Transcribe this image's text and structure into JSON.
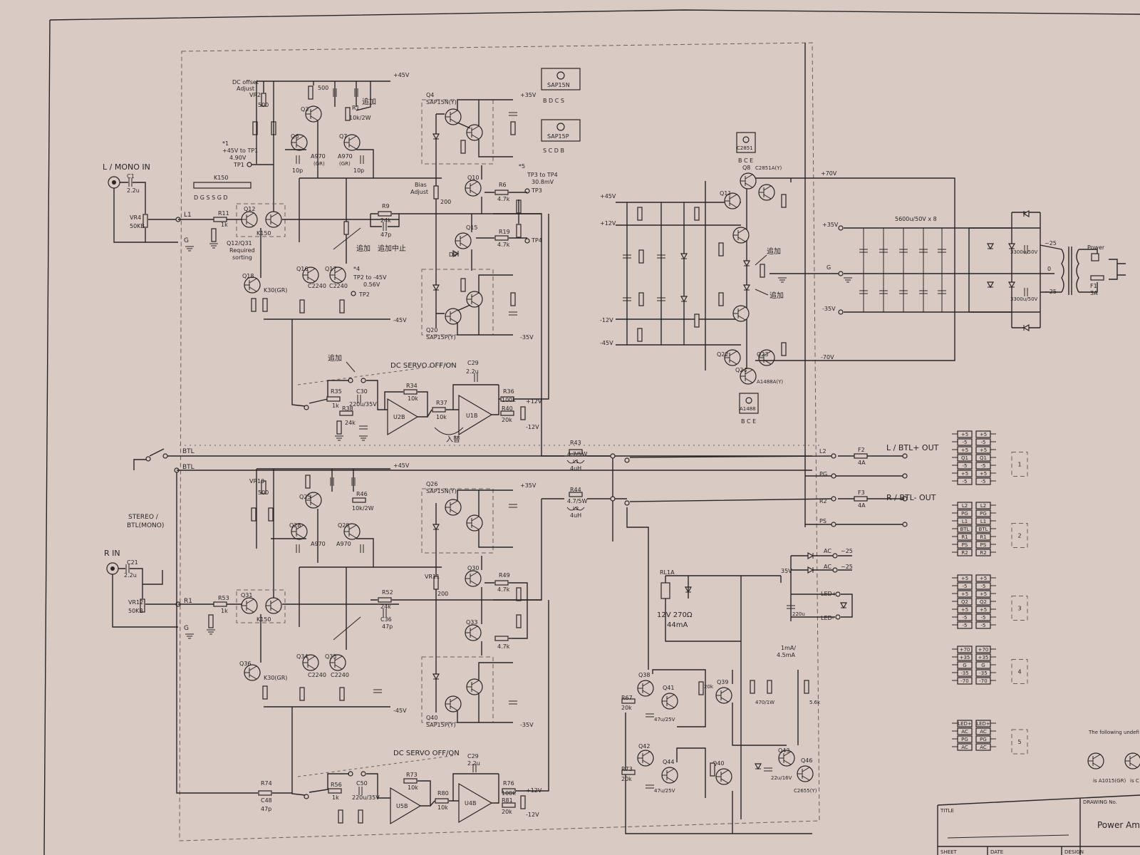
{
  "inputs": {
    "l_mono_in": "L / MONO IN",
    "r_in": "R IN",
    "stereo_btl": [
      "STEREO /",
      "BTL(MONO)"
    ],
    "cap_in_l": "C1",
    "cap_in_l_val": "2.2u",
    "cap_in_r": "C21",
    "cap_in_r_val": "2.2u",
    "vol_l": "VR4",
    "vol_l_val": "50KB",
    "vol_r": "VR12",
    "vol_r_val": "50KB",
    "net_l1": "L1",
    "net_r1": "R1",
    "btl1": "BTL",
    "btl2": "BTL",
    "g": "G"
  },
  "top_channel": {
    "dc_offset": [
      "DC offset",
      "Adjust"
    ],
    "vr2": "VR2",
    "vr2_val": "500",
    "note1": [
      "*1",
      "+45V to TP1",
      "4.90V"
    ],
    "tp1": "TP1",
    "k150_pins": "D G S   S G D",
    "k150_label": "K150",
    "q12": "Q12",
    "k150": "K150",
    "sorting": [
      "Q12/Q31",
      "Required",
      "sorting"
    ],
    "q18": "Q18",
    "k30": "K30(GR)",
    "r11": "R11",
    "r11_val": "1k",
    "q3": "Q3",
    "q6": "Q6",
    "q7": "Q7",
    "a970_1": "A970",
    "a970_2": "A970",
    "gr1": "(GR)",
    "gr2": "(GR)",
    "c10p_1": "10p",
    "c10p_2": "10p",
    "r500": "500",
    "r10k2w": "10k/2W",
    "r1": "R1",
    "add1": "追加",
    "q16": "Q16",
    "q17": "Q17",
    "c2240_1": "C2240",
    "c2240_2": "C2240",
    "tp2_note": [
      "*4",
      "TP2 to -45V",
      "0.56V"
    ],
    "tp2": "TP2",
    "add2": "追加",
    "add_stop": "追加中止",
    "r9": "R9",
    "r9_val": "24k",
    "c47p": "47p",
    "bias": [
      "Bias",
      "Adjust"
    ],
    "bias_val": "200",
    "q10": "Q10",
    "q15": "Q15",
    "d9": "D9",
    "r6": "R6",
    "r6_val": "4.7k",
    "r19": "R19",
    "r19_val": "4.7k",
    "tp3": "TP3",
    "tp4": "TP4",
    "tp3_note": [
      "*5",
      "TP3 to TP4",
      "30.8mV"
    ],
    "q4": [
      "Q4",
      "SAP15N(Y)"
    ],
    "q20": [
      "Q20",
      "SAP15P(Y)"
    ],
    "v45p": "+45V",
    "v45n": "-45V",
    "v35p": "+35V",
    "v35n": "-35V",
    "servo": "DC SERVO OFF/ON",
    "add3": "追加",
    "swap": "入替",
    "r35": "R35",
    "r35_val": "1k",
    "c30": "C30",
    "c30_val": "220u/35V",
    "r34": "R34",
    "r34_val": "10k",
    "r37": "R37",
    "r37_val": "10k",
    "u2b": "U2B",
    "u1b": "U1B",
    "c29": "C29",
    "c29_val": "2.2u",
    "r36": "R36",
    "r36_val": "100k",
    "r40": "R40",
    "r40_val": "20k",
    "v12p": "+12V",
    "v12n": "-12V",
    "r38": "R38",
    "r38_val": "24k"
  },
  "bottom_channel": {
    "vr10": "VR10",
    "vr10_val": "500",
    "q25": "Q25",
    "q28": "Q28",
    "q29": "Q29",
    "a970_1": "A970",
    "a970_2": "A970",
    "r46": "R46",
    "r46_val": "10k/2W",
    "q31": "Q31",
    "k150": "K150",
    "q36": "Q36",
    "k30": "K30(GR)",
    "r53": "R53",
    "r53_val": "1k",
    "q34": "Q34",
    "q35": "Q35",
    "c2240_1": "C2240",
    "c2240_2": "C2240",
    "r52": "R52",
    "r52_val": "24k",
    "c36": "C36",
    "c36_val": "47p",
    "q30": "Q30",
    "q33": "Q33",
    "vr11": "VR11",
    "vr11_val": "200",
    "r49": "R49",
    "r49_val": "4.7k",
    "r4k7": "4.7k",
    "q26": [
      "Q26",
      "SAP15N(Y)"
    ],
    "q40": [
      "Q40",
      "SAP15P(Y)"
    ],
    "v45p": "+45V",
    "v45n": "-45V",
    "v35p": "+35V",
    "v35n": "-35V",
    "servo": "DC SERVO OFF/ON",
    "r74": "R74",
    "c48": "C48",
    "c47p": "47p",
    "r56": "R56",
    "r56_val": "1k",
    "c50": "C50",
    "c50_val": "220u/35V",
    "r73": "R73",
    "r73_val": "10k",
    "r80": "R80",
    "r80_val": "10k",
    "u5b": "U5B",
    "u4b": "U4B",
    "c29": "C29",
    "c29_val": "2.2u",
    "r76": "R76",
    "r76_val": "100k",
    "r81": "R81",
    "r81_val": "20k",
    "v12p": "+12V",
    "v12n": "-12V"
  },
  "outputs": {
    "r43": "R43",
    "r43_val": "4.7/5W",
    "l1": "L1",
    "l1_val": "4uH",
    "r44": "R44",
    "r44_val": "4.7/5W",
    "l2": "L2",
    "l2_val": "4uH",
    "l2_net": "L2",
    "pg": "PG",
    "r2_net": "R2",
    "ps": "PS",
    "f2": "F2",
    "f2_val": "4A",
    "f3": "F3",
    "f3_val": "4A",
    "l_out": "L / BTL+ OUT",
    "r_out": "R / BTL- OUT"
  },
  "power_supply": {
    "c2851": "C2851",
    "bce1": "B C E",
    "a1488": "A1488",
    "bce2": "B C E",
    "sap15n": "SAP15N",
    "bdcs": "B D C S",
    "sap15p": "SAP15P",
    "scdb": "S C D B",
    "v45p": "+45V",
    "v45n": "-45V",
    "v12p": "+12V",
    "v12n": "-12V",
    "v70p": "+70V",
    "v70n": "-70V",
    "v35p": "+35V",
    "v35n": "-35V",
    "g": "G",
    "q8": "Q8",
    "q8_part": "C2851A(Y)",
    "q11": "Q11",
    "q22": "Q22",
    "q23": "Q23",
    "q24": "Q24",
    "q24_part": "A1488A(Y)",
    "add1": "追加",
    "add2": "追加",
    "caps": "5600u/50V x 8",
    "cap_3300": "3300u/50V",
    "cap_3300b": "3300u/50V",
    "ac25a": "~25",
    "ac0": "0",
    "ac25b": "~25",
    "power": "Power",
    "f1": "F1",
    "f1_val": "3A"
  },
  "protection": {
    "relay": "RL1A",
    "relay_spec": "12V 270Ω",
    "relay_current": "44mA",
    "v35": "35V",
    "ac1": "AC",
    "ac2": "AC",
    "ac25a": "~25",
    "ac25b": "~25",
    "ledp": "LED+",
    "ledn": "LED-",
    "cap220u": "220u",
    "cur": [
      "1mA/",
      "4.5mA"
    ],
    "q38": "Q38",
    "q41": "Q41",
    "q39": "Q39",
    "q42": "Q42",
    "q44": "Q44",
    "q40": "Q40",
    "q43": "Q43",
    "q46": "Q46",
    "q46_part": "C2655(Y)",
    "r67": "R67",
    "r67_val": "20k",
    "r73": "R73",
    "r73_val": "20k",
    "c47u1": "47u/25V",
    "c47u2": "47u/25V",
    "c22u": "22u/16V",
    "r470": "470/1W",
    "r20k": "20k",
    "r5k6": "5.6k"
  },
  "connectors": {
    "g1": [
      "+5",
      "-5",
      "+5",
      "Q1",
      "-5",
      "+5",
      "-5"
    ],
    "g1_id": "1",
    "g2": [
      "L2",
      "PG",
      "L1",
      "BTL",
      "R1",
      "PS",
      "R2"
    ],
    "g2_id": "2",
    "g3": [
      "+5",
      "-5",
      "+5",
      "Q2",
      "+5",
      "-5",
      "-5"
    ],
    "g3_id": "3",
    "g4": [
      "+70",
      "+35",
      "G",
      "-35",
      "-70"
    ],
    "g4_id": "4",
    "g5": [
      "LED+",
      "AC",
      "PG",
      "AC"
    ],
    "g5_id": "5"
  },
  "footer": {
    "undef": "The following undefi",
    "sym1": "is A1015(GR)",
    "sym2": "is C",
    "title": "TITLE",
    "drawing": "DRAWING No.",
    "product": "Power Amp",
    "sheet": "SHEET",
    "date": "DATE",
    "design": "DESIGN"
  }
}
